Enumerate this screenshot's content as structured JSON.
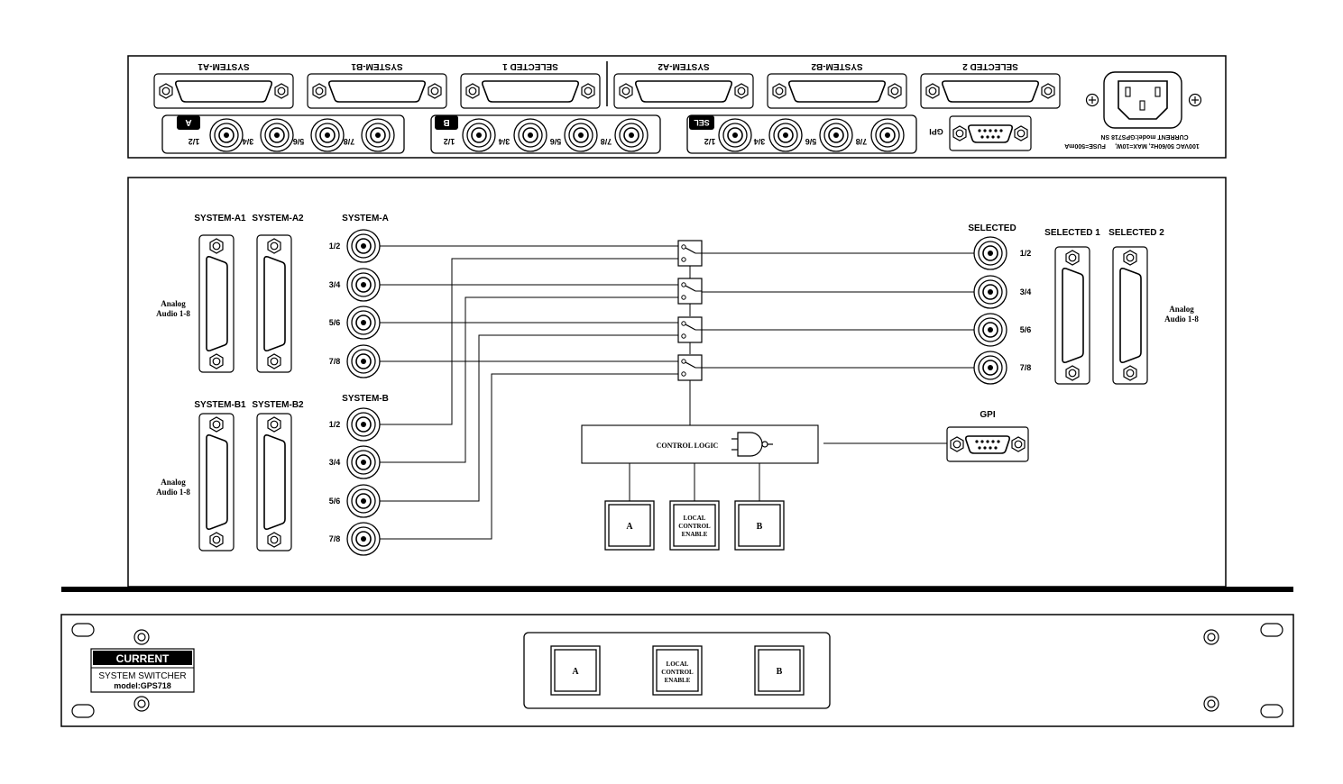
{
  "rear_panel": {
    "dsub_labels": [
      "SYSTEM-A1",
      "SYSTEM-B1",
      "SELECTED 1",
      "SYSTEM-A2",
      "SYSTEM-B2",
      "SELECTED 2"
    ],
    "bnc_groups": [
      {
        "badge": "A",
        "channels": [
          "1/2",
          "3/4",
          "5/6",
          "7/8"
        ]
      },
      {
        "badge": "B",
        "channels": [
          "1/2",
          "3/4",
          "5/6",
          "7/8"
        ]
      },
      {
        "badge": "SEL",
        "channels": [
          "1/2",
          "3/4",
          "5/6",
          "7/8"
        ]
      }
    ],
    "gpi_label": "GPI",
    "model_line": "CURRENT model:GPS718 SN",
    "power_line_a": "100VAC 50/60Hz, MAX=10W,",
    "power_line_b": "FUSE=500mA"
  },
  "diagram": {
    "system_a1": "SYSTEM-A1",
    "system_a2": "SYSTEM-A2",
    "system_b1": "SYSTEM-B1",
    "system_b2": "SYSTEM-B2",
    "system_a": "SYSTEM-A",
    "system_b": "SYSTEM-B",
    "selected": "SELECTED",
    "selected_1": "SELECTED 1",
    "selected_2": "SELECTED 2",
    "analog_line1": "Analog",
    "analog_line2": "Audio 1-8",
    "channels": [
      "1/2",
      "3/4",
      "5/6",
      "7/8"
    ],
    "control_logic": "CONTROL LOGIC",
    "gpi": "GPI",
    "buttons": {
      "a": "A",
      "b": "B",
      "local_line1": "LOCAL",
      "local_line2": "CONTROL",
      "local_line3": "ENABLE"
    }
  },
  "front_panel": {
    "brand": "CURRENT",
    "product_line1": "SYSTEM SWITCHER",
    "product_line2": "model:GPS718",
    "buttons": {
      "a": "A",
      "b": "B",
      "local_line1": "LOCAL",
      "local_line2": "CONTROL",
      "local_line3": "ENABLE"
    }
  }
}
